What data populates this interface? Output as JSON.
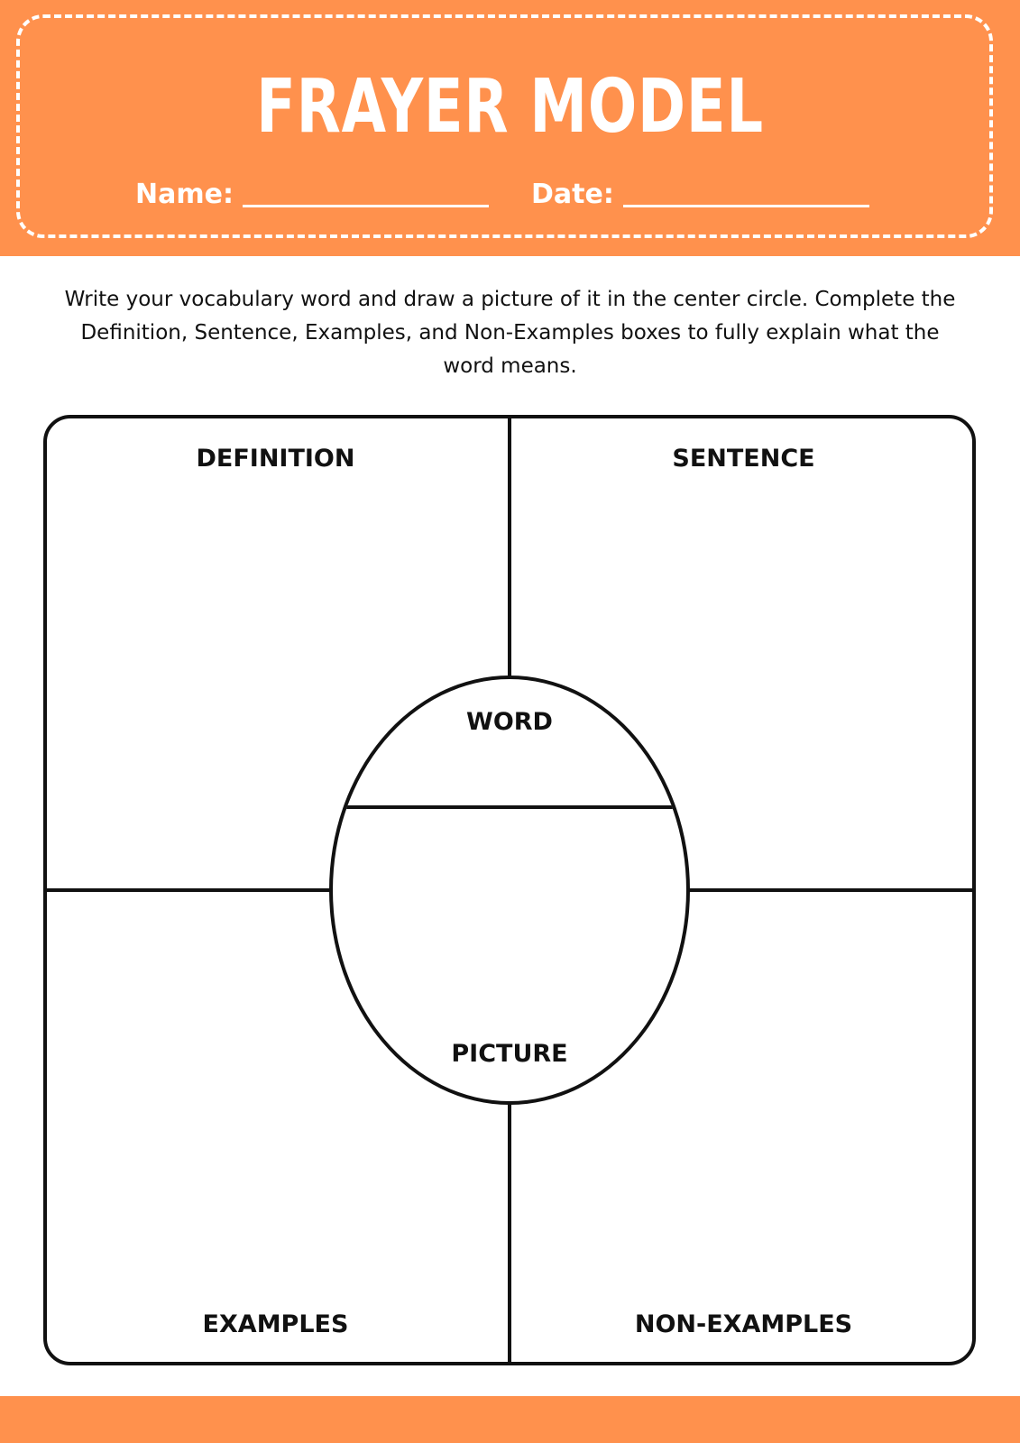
{
  "colors": {
    "accent": "#ff914d",
    "header_text": "#ffffff",
    "ink": "#111111",
    "background": "#ffffff"
  },
  "header": {
    "title": "FRAYER MODEL",
    "name_label": "Name:",
    "date_label": "Date:"
  },
  "instructions": "Write your vocabulary word and draw a picture of it in the center circle. Complete the Definition, Sentence, Examples, and Non-Examples boxes to fully explain what the word means.",
  "quadrants": {
    "top_left": "DEFINITION",
    "top_right": "SENTENCE",
    "bottom_left": "EXAMPLES",
    "bottom_right": "NON-EXAMPLES"
  },
  "center": {
    "word_label": "WORD",
    "picture_label": "PICTURE"
  }
}
